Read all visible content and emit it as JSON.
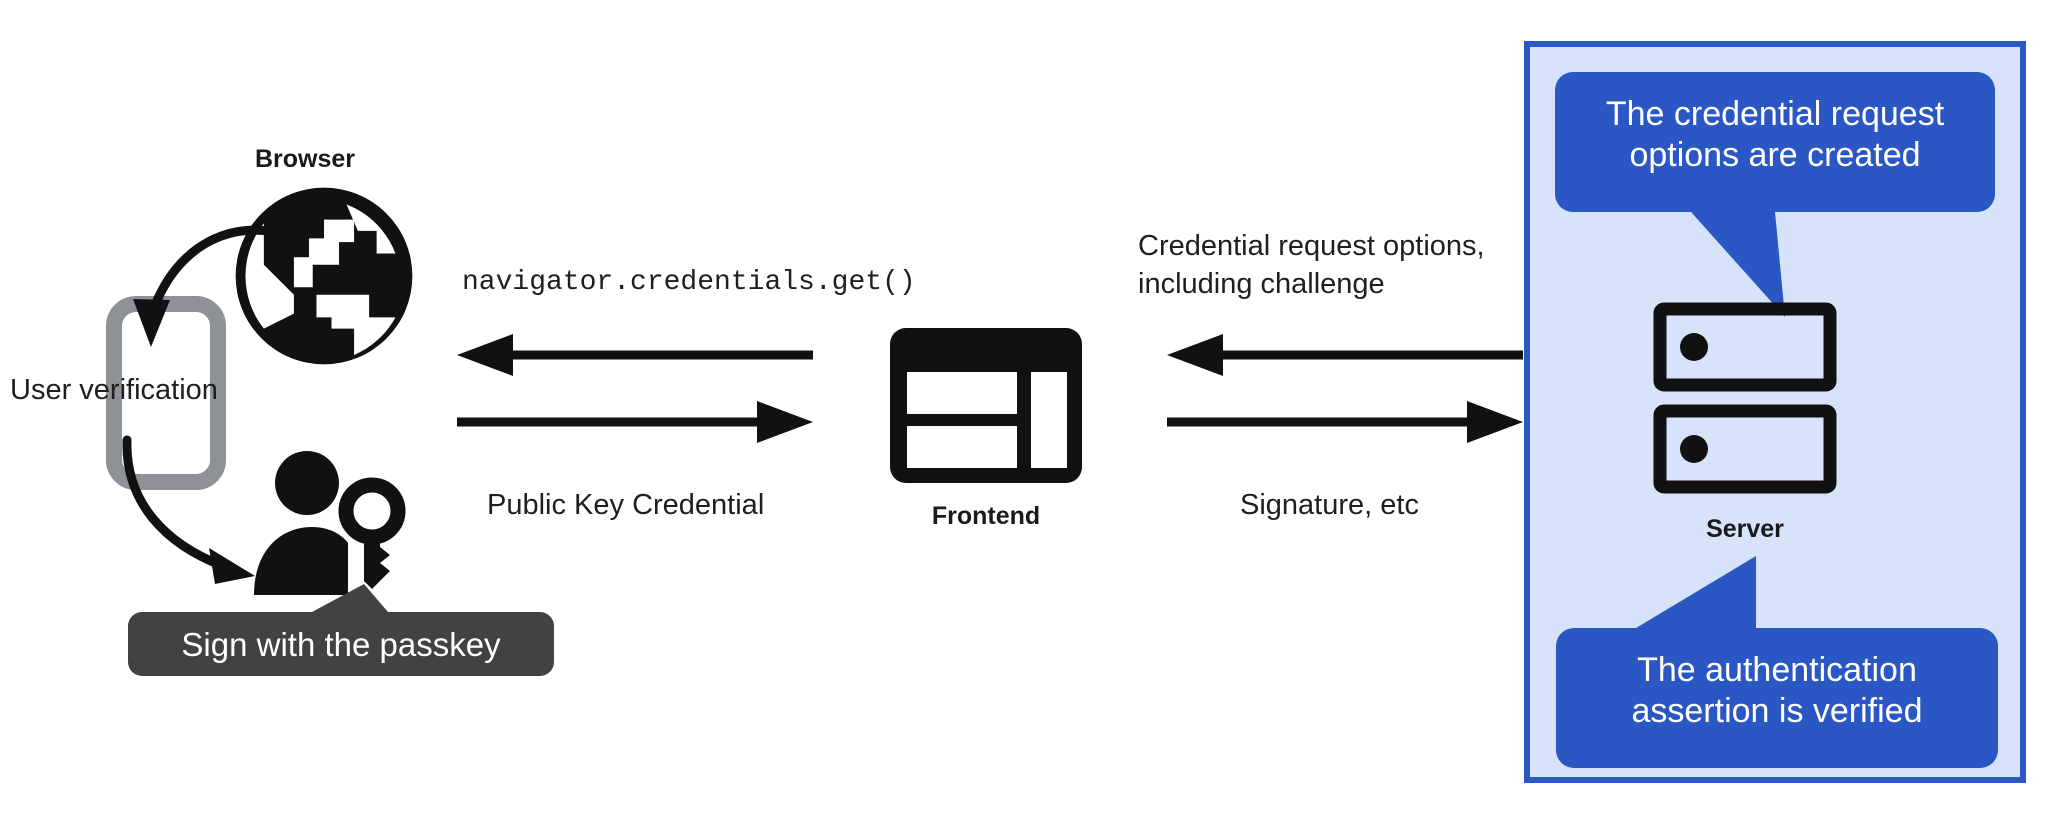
{
  "diagram": {
    "title": "WebAuthn passkey authentication flow",
    "colors": {
      "panel_fill": "#d7e3fb",
      "panel_border": "#2b57c4",
      "callout_blue": "#2b57c4",
      "tooltip_gray": "#424242",
      "ink": "#111111",
      "phone_gray": "#8d9296",
      "text": "#1f1f1f"
    }
  },
  "browser": {
    "label": "Browser",
    "icon": "globe-icon"
  },
  "phone": {
    "icon": "smartphone-icon",
    "caption": "User verification"
  },
  "user": {
    "icon": "person-with-key-icon",
    "tooltip": "Sign with the passkey"
  },
  "frontend": {
    "label": "Frontend",
    "icon": "web-layout-icon"
  },
  "server": {
    "label": "Server",
    "icon": "server-racks-icon"
  },
  "arrows": {
    "browser_to_frontend_top": {
      "label": "navigator.credentials.get()",
      "direction": "left"
    },
    "browser_to_frontend_bottom": {
      "label": "Public Key Credential",
      "direction": "right"
    },
    "server_to_frontend_top": {
      "label": "Credential request options,\ninclude challenge",
      "label_line1": "Credential request options,",
      "label_line2": "including challenge",
      "direction": "left"
    },
    "frontend_to_server_bottom": {
      "label": "Signature, etc",
      "direction": "right"
    }
  },
  "callouts": [
    {
      "id": "credential-request-options-callout",
      "line1": "The credential request",
      "line2": "options are created"
    },
    {
      "id": "authentication-assertion-callout",
      "line1": "The authentication",
      "line2": "assertion is verified"
    }
  ]
}
